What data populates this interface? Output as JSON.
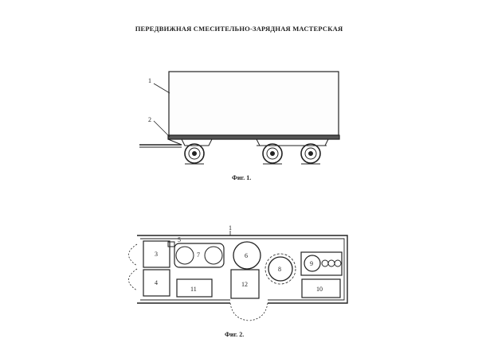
{
  "title": "ПЕРЕДВИЖНАЯ СМЕСИТЕЛЬНО-ЗАРЯДНАЯ МАСТЕРСКАЯ",
  "figure1": {
    "caption": "Фиг. 1.",
    "callouts": [
      "1",
      "2"
    ]
  },
  "figure2": {
    "caption": "Фиг. 2.",
    "callouts": [
      "1",
      "3",
      "4",
      "5",
      "6",
      "7",
      "8",
      "9",
      "10",
      "11",
      "12"
    ]
  }
}
